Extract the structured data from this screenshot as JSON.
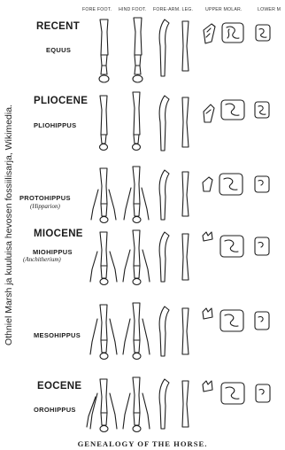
{
  "credit": "Othniel Marsh ja kuuluisa hevosen fossiilisarja, Wikimedia.",
  "column_headers": {
    "fore_foot": "FORE FOOT.",
    "hind_foot": "HIND FOOT.",
    "fore_arm_leg": "FORE-ARM. LEG.",
    "upper_molar": "UPPER MOLAR.",
    "lower_molar": "LOWER M"
  },
  "rows": [
    {
      "epoch": "RECENT",
      "genus": "EQUUS",
      "synonym": ""
    },
    {
      "epoch": "PLIOCENE",
      "genus": "PLIOHIPPUS",
      "synonym": ""
    },
    {
      "epoch": "",
      "genus": "PROTOHIPPUS",
      "synonym": "(Hipparion)"
    },
    {
      "epoch": "MIOCENE",
      "genus": "MIOHIPPUS",
      "synonym": "(Anchitherium)"
    },
    {
      "epoch": "",
      "genus": "MESOHIPPUS",
      "synonym": ""
    },
    {
      "epoch": "EOCENE",
      "genus": "OROHIPPUS",
      "synonym": ""
    }
  ],
  "caption": "GENEALOGY OF THE HORSE."
}
